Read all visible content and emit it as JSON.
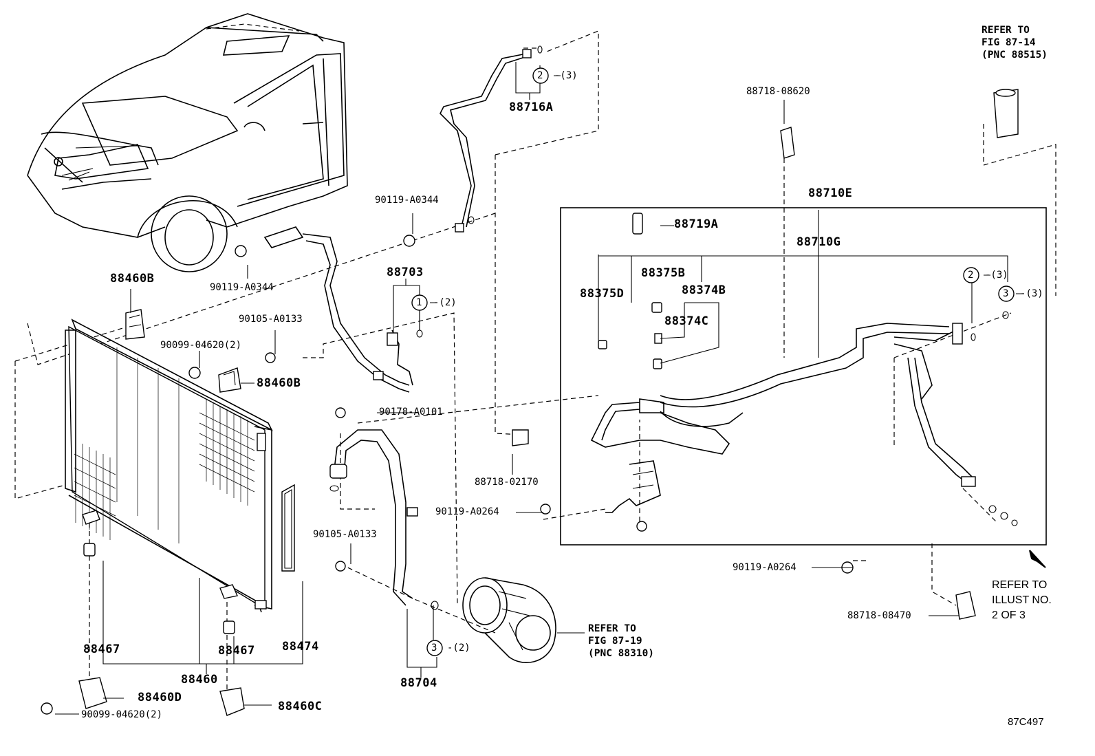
{
  "diagram_code": "87C497",
  "references": {
    "fig_87_14": "REFER TO\nFIG 87-14\n(PNC 88515)",
    "fig_87_19": "REFER TO\nFIG 87-19\n(PNC 88310)",
    "illust_2_of_3": "REFER TO\nILLUST NO.\n2 OF 3"
  },
  "callouts": {
    "c2_a": "2",
    "q2_a": "-(3)",
    "c1": "1",
    "q1": "-(2)",
    "c3_a": "3",
    "q3_a": "-(2)",
    "c2_b": "2",
    "q2_b": "-(3)",
    "c3_b": "3",
    "q3_b": "-(3)"
  },
  "parts": {
    "p88716A": "88716A",
    "p90119A0344_top": "90119-A0344",
    "p90119A0344_left": "90119-A0344",
    "p88460B_top": "88460B",
    "p88460B_mid": "88460B",
    "p90105A0133_top": "90105-A0133",
    "p90099_top": "90099-04620(2)",
    "p88703": "88703",
    "p90178A0101": "90178-A0101",
    "p88718_02170": "88718-02170",
    "p90119A0264_mid": "90119-A0264",
    "p90105A0133_low": "90105-A0133",
    "p88704": "88704",
    "p88467_left": "88467",
    "p88467_right": "88467",
    "p88474": "88474",
    "p88460": "88460",
    "p88460D": "88460D",
    "p88460C": "88460C",
    "p90099_bottom": "90099-04620(2)",
    "p88718_08620": "88718-08620",
    "p88710E": "88710E",
    "p88719A": "88719A",
    "p88710G": "88710G",
    "p88375B": "88375B",
    "p88374B": "88374B",
    "p88375D": "88375D",
    "p88374C": "88374C",
    "p90119A0264_right": "90119-A0264",
    "p88718_08470": "88718-08470"
  }
}
